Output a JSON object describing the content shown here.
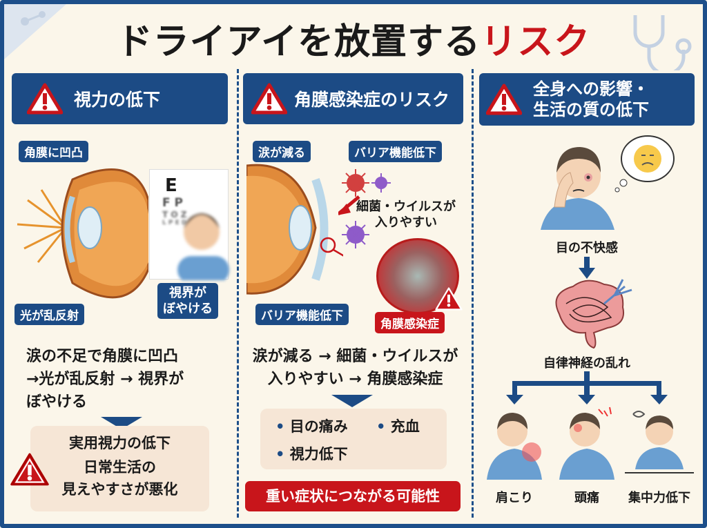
{
  "title": {
    "main": "ドライアイを放置する",
    "accent": "リスク"
  },
  "colors": {
    "navy": "#1c4b85",
    "red": "#c8151b",
    "background": "#fbf6ea"
  },
  "col1": {
    "header": "視力の低下",
    "tags": {
      "cornea": "角膜に凹凸",
      "scatter": "光が乱反射",
      "blur_line1": "視界が",
      "blur_line2": "ぼやける"
    },
    "eye_chart": [
      "E",
      "F P",
      "T O Z",
      "L P E D"
    ],
    "explain": [
      "涙の不足で角膜に凹凸",
      "→光が乱反射 → 視界が",
      "ぼやける"
    ],
    "result": [
      "実用視力の低下",
      "日常生活の",
      "見えやすさが悪化"
    ]
  },
  "col2": {
    "header": "角膜感染症のリスク",
    "tags": {
      "tears": "涙が減る",
      "barrier_top": "バリア機能低下",
      "barrier_bottom": "バリア機能低下",
      "infection": "角膜感染症"
    },
    "germs_line1": "細菌・ウイルスが",
    "germs_line2": "入りやすい",
    "explain": [
      "涙が減る → 細菌・ウイルスが",
      "入りやすい → 角膜感染症"
    ],
    "symptoms": [
      "目の痛み",
      "充血",
      "視力低下"
    ],
    "warning": "重い症状につながる可能性"
  },
  "col3": {
    "header_line1": "全身への影響・",
    "header_line2": "生活の質の低下",
    "discomfort": "目の不快感",
    "autonomic": "自律神経の乱れ",
    "effects": [
      "肩こり",
      "頭痛",
      "集中力低下"
    ]
  }
}
